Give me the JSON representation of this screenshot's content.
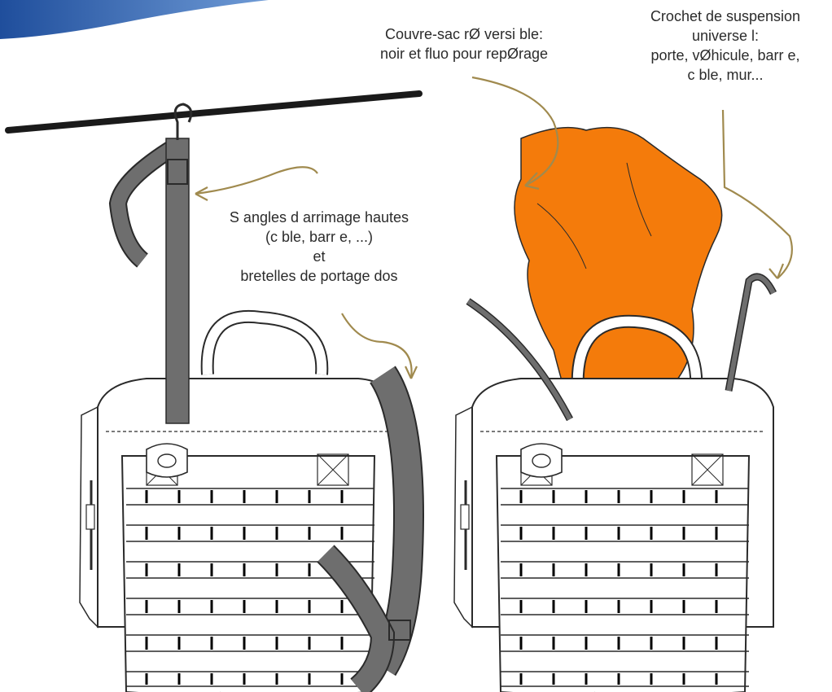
{
  "annotations": {
    "cover": {
      "lines": [
        "Couvre-sac rØ versi ble:",
        "noir et  fluo pour repØrage"
      ]
    },
    "hook": {
      "lines": [
        "Crochet de suspension",
        "universe l:",
        "porte, vØhicule, barr e,",
        "c   ble, mur..."
      ]
    },
    "straps": {
      "lines": [
        "S angles d   arrimage hautes",
        "(c  ble, barr e, ...)",
        "et",
        "bretelles de  portage     dos"
      ]
    }
  },
  "colors": {
    "cover_orange": "#f47b0b",
    "strap_gray": "#6e6e6e",
    "arrow_gold": "#a08a4e",
    "corner_blue": "#1f4e9c",
    "outline": "#2a2a2a"
  }
}
